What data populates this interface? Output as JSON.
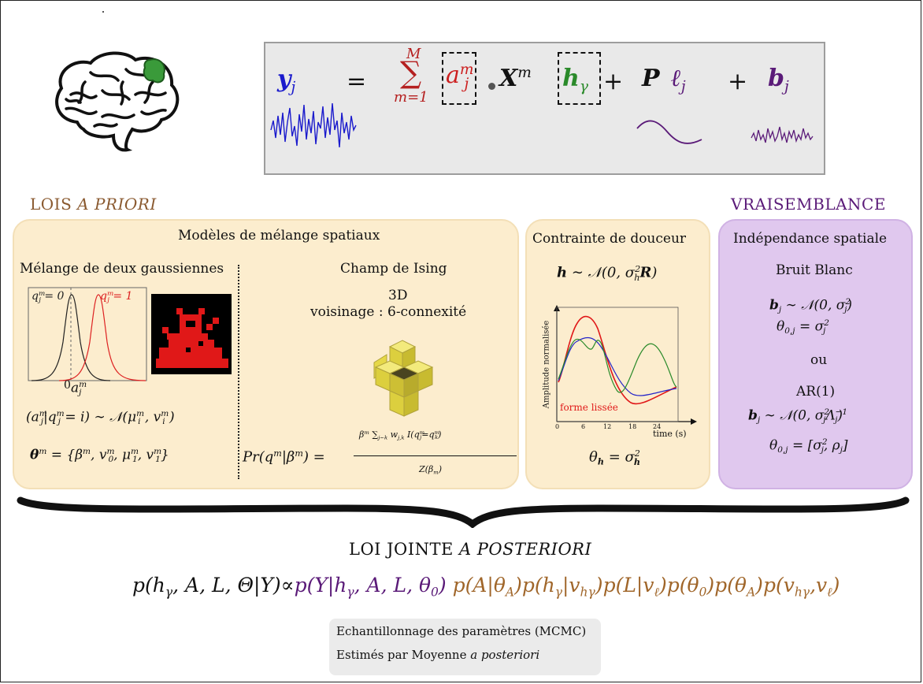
{
  "model": {
    "y": "y",
    "y_sub": "j",
    "equals": "=",
    "sum_top": "M",
    "sum_symbol": "∑",
    "sum_bottom": "m=1",
    "a": "a",
    "a_sup": "m",
    "a_sub": "j",
    "X": "X",
    "X_sup": "m",
    "h": "h",
    "h_sub": "γ",
    "plus1": "+",
    "P": "P",
    "l": "ℓ",
    "l_sub": "j",
    "plus2": "+",
    "b": "b",
    "b_sub": "j"
  },
  "prior_title_plain": "LOIS ",
  "prior_title_italic": "A PRIORI",
  "likelihood_title": "VRAISEMBLANCE",
  "spatial_mixture": {
    "title": "Modèles de mélange spatiaux",
    "gaussian_title": "Mélange de deux gaussiennes",
    "q0_label": "q",
    "q0_rest": " = 0",
    "q1_label": "q",
    "q1_rest": " = 1",
    "axis_zero": "0",
    "axis_var": "a",
    "cond_text": "(a",
    "cond_mid": "|q",
    "cond_end": " = i) ∼ 𝒩(μ",
    "cond_tail": " ,  v",
    "cond_close": " )",
    "theta_lhs": "θ",
    "theta_rhs": " = {β",
    "theta_rest": ", v",
    "theta_rest2": ", μ",
    "theta_rest3": ", v",
    "theta_close": "}",
    "ising_title": "Champ de Ising",
    "ising_dim": "3D",
    "ising_neigh": "voisinage : 6-connexité",
    "pr_lhs": "Pr(q",
    "pr_mid": "|β",
    "pr_close": ") =",
    "pr_num": "β",
    "pr_num_rest": " ∑",
    "pr_num_w": " w",
    "pr_num_i": " I(q",
    "pr_num_eq": "=q",
    "pr_num_close": ")",
    "pr_den": "Z(β",
    "pr_den_close": ")"
  },
  "smoothness": {
    "title": "Contrainte de douceur",
    "dist_lhs": "h",
    "dist_rhs": " ∼ 𝒩(0, σ",
    "dist_R": "R",
    "dist_close": ")",
    "chart_ylabel": "Amplitude normalisée",
    "chart_xlabel": "time (s)",
    "chart_legend": "forme lissée",
    "chart_ticks": [
      "0",
      "6",
      "12",
      "18",
      "24"
    ],
    "theta_lhs": "θ",
    "theta_rhs": " = σ"
  },
  "likelihood": {
    "title": "Indépendance spatiale",
    "noise_title": "Bruit Blanc",
    "b1": "b",
    "b1_rest": " ∼ 𝒩(0, σ",
    "b1_close": ")",
    "theta1": "θ",
    "theta1_rest": " = σ",
    "or": "ou",
    "ar": "AR(1)",
    "b2": "b",
    "b2_rest": " ∼ 𝒩(0, σ",
    "b2_lambda": "Λ",
    "b2_close": ")",
    "theta2": "θ",
    "theta2_rest": " = [σ",
    "theta2_mid": ", ρ",
    "theta2_close": "]"
  },
  "joint_title_plain": "LOI JOINTE ",
  "joint_title_italic": "A POSTERIORI",
  "joint_eq": {
    "lhs": "p(h",
    "lhs_rest": ", A, L, Θ|Y)",
    "prop": "∝",
    "lik": "p(Y|h",
    "lik_rest": ", A, L, θ",
    "lik_close": ")",
    "p1": "p(A|θ",
    "p1_close": ")",
    "p2": "p(h",
    "p2_mid": "|v",
    "p2_close": ")",
    "p3": "p(L|v",
    "p3_close": ")",
    "p4": "p(θ",
    "p4_close": ")",
    "p5": "p(θ",
    "p5_close": ")",
    "p6": "p(v",
    "p6_mid": ",v",
    "p6_close": ")"
  },
  "mcmc_line1": "Echantillonnage des paramètres (MCMC)",
  "mcmc_line2_plain": "Estimés par Moyenne ",
  "mcmc_line2_italic": "a posteriori",
  "colors": {
    "prior_panel": "#fcedce",
    "likelihood_panel": "#e0c8ee",
    "prior_title": "#8a5a30",
    "likelihood_title": "#5a1a78",
    "y_color": "#1a1acc",
    "a_color": "#cc1f1f",
    "h_color": "#2a8a2a",
    "purple_terms": "#5a1a78",
    "brown_terms": "#a0662a"
  }
}
